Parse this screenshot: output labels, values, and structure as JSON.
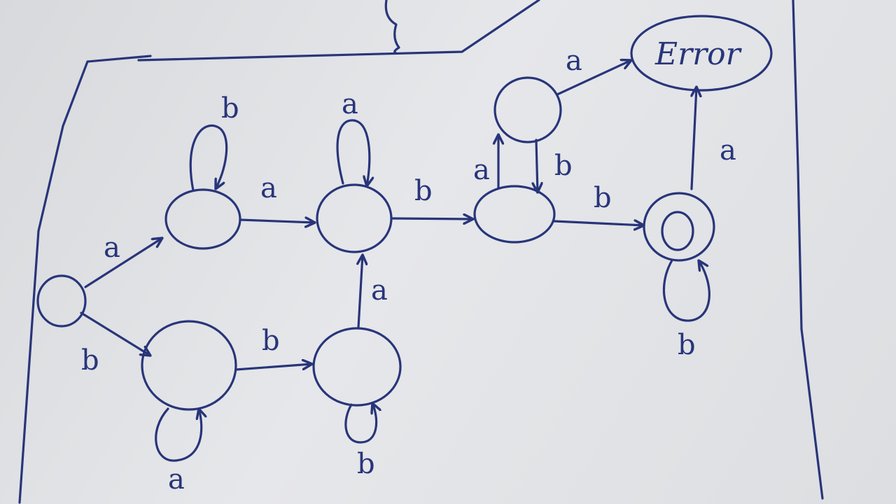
{
  "diagram": {
    "error_state_label": "Error",
    "edge_labels": {
      "start_to_upper": "a",
      "start_to_lower": "b",
      "upper_self_loop": "b",
      "upper_to_middle": "a",
      "middle_self_loop": "a",
      "middle_to_right": "b",
      "right_to_top": "a",
      "top_to_right": "b",
      "top_to_error": "a",
      "right_to_accept": "b",
      "accept_to_error": "a",
      "accept_self_loop": "b",
      "lower_self_loop": "a",
      "lower_to_bottom_mid": "b",
      "bottom_mid_to_middle": "a",
      "bottom_mid_self_loop": "b"
    }
  }
}
